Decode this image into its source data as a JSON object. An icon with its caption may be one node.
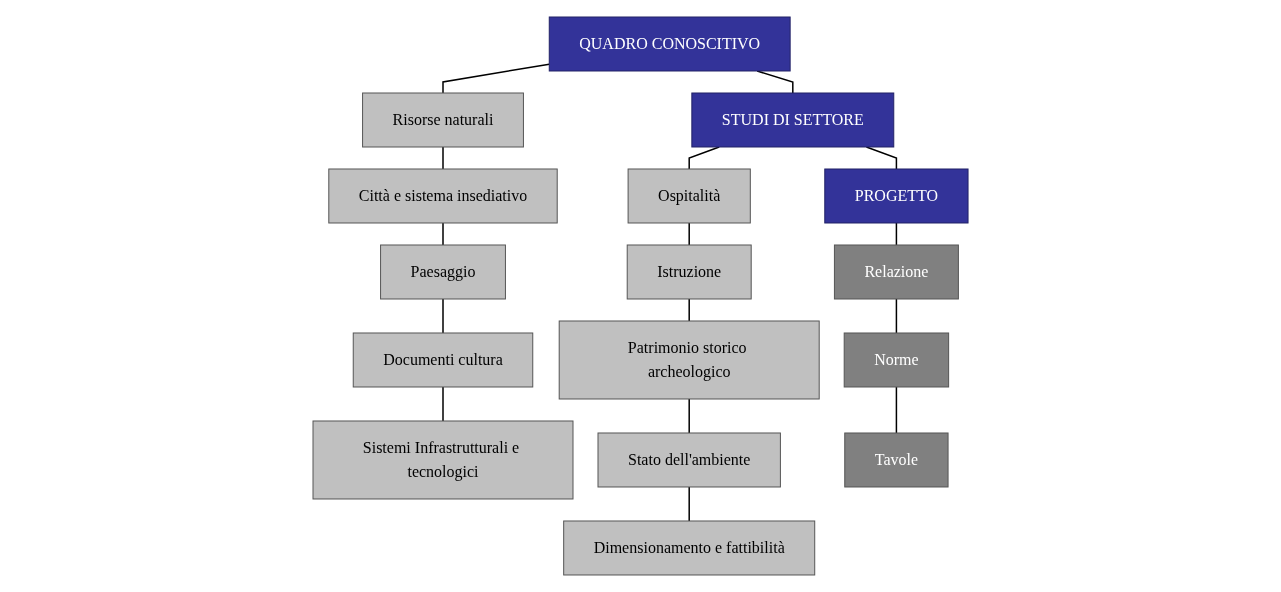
{
  "diagram": {
    "nodes": [
      {
        "text": [
          "QUADRO CONOSCITIVO"
        ]
      },
      {
        "text": [
          "STUDI DI SETTORE"
        ]
      },
      {
        "text": [
          "PROGETTO"
        ]
      },
      {
        "text": [
          "Risorse naturali"
        ]
      },
      {
        "text": [
          "Città e sistema insediativo"
        ]
      },
      {
        "text": [
          "Paesaggio"
        ]
      },
      {
        "text": [
          "Documenti cultura"
        ]
      },
      {
        "text": [
          "Sistemi Infrastrutturali e tecnologici"
        ]
      },
      {
        "text": [
          "Ospitalità"
        ]
      },
      {
        "text": [
          "Istruzione"
        ]
      },
      {
        "text": [
          "Patrimonio storico archeologico"
        ]
      },
      {
        "text": [
          "Stato dell'ambiente"
        ]
      },
      {
        "text": [
          "Dimensionamento e fattibilità"
        ]
      },
      {
        "text": [
          "Relazione"
        ]
      },
      {
        "text": [
          "Norme"
        ]
      },
      {
        "text": [
          "Tavole"
        ]
      }
    ],
    "edges": [
      {
        "from": 0,
        "to": 1,
        "arrow": "none"
      },
      {
        "from": 1,
        "to": 2,
        "arrow": "none"
      },
      {
        "from": 0,
        "to": 3,
        "arrow": "none"
      },
      {
        "from": 3,
        "to": 4,
        "arrow": "none"
      },
      {
        "from": 4,
        "to": 5,
        "arrow": "none"
      },
      {
        "from": 5,
        "to": 6,
        "arrow": "none"
      },
      {
        "from": 6,
        "to": 7,
        "arrow": "none"
      },
      {
        "from": 1,
        "to": 8,
        "arrow": "none"
      },
      {
        "from": 8,
        "to": 9,
        "arrow": "none"
      },
      {
        "from": 9,
        "to": 10,
        "arrow": "none"
      },
      {
        "from": 10,
        "to": 11,
        "arrow": "none"
      },
      {
        "from": 11,
        "to": 12,
        "arrow": "none"
      },
      {
        "from": 2,
        "to": 13,
        "arrow": "none"
      },
      {
        "from": 13,
        "to": 14,
        "arrow": "none"
      },
      {
        "from": 14,
        "to": 15,
        "arrow": "none"
      }
    ]
  }
}
